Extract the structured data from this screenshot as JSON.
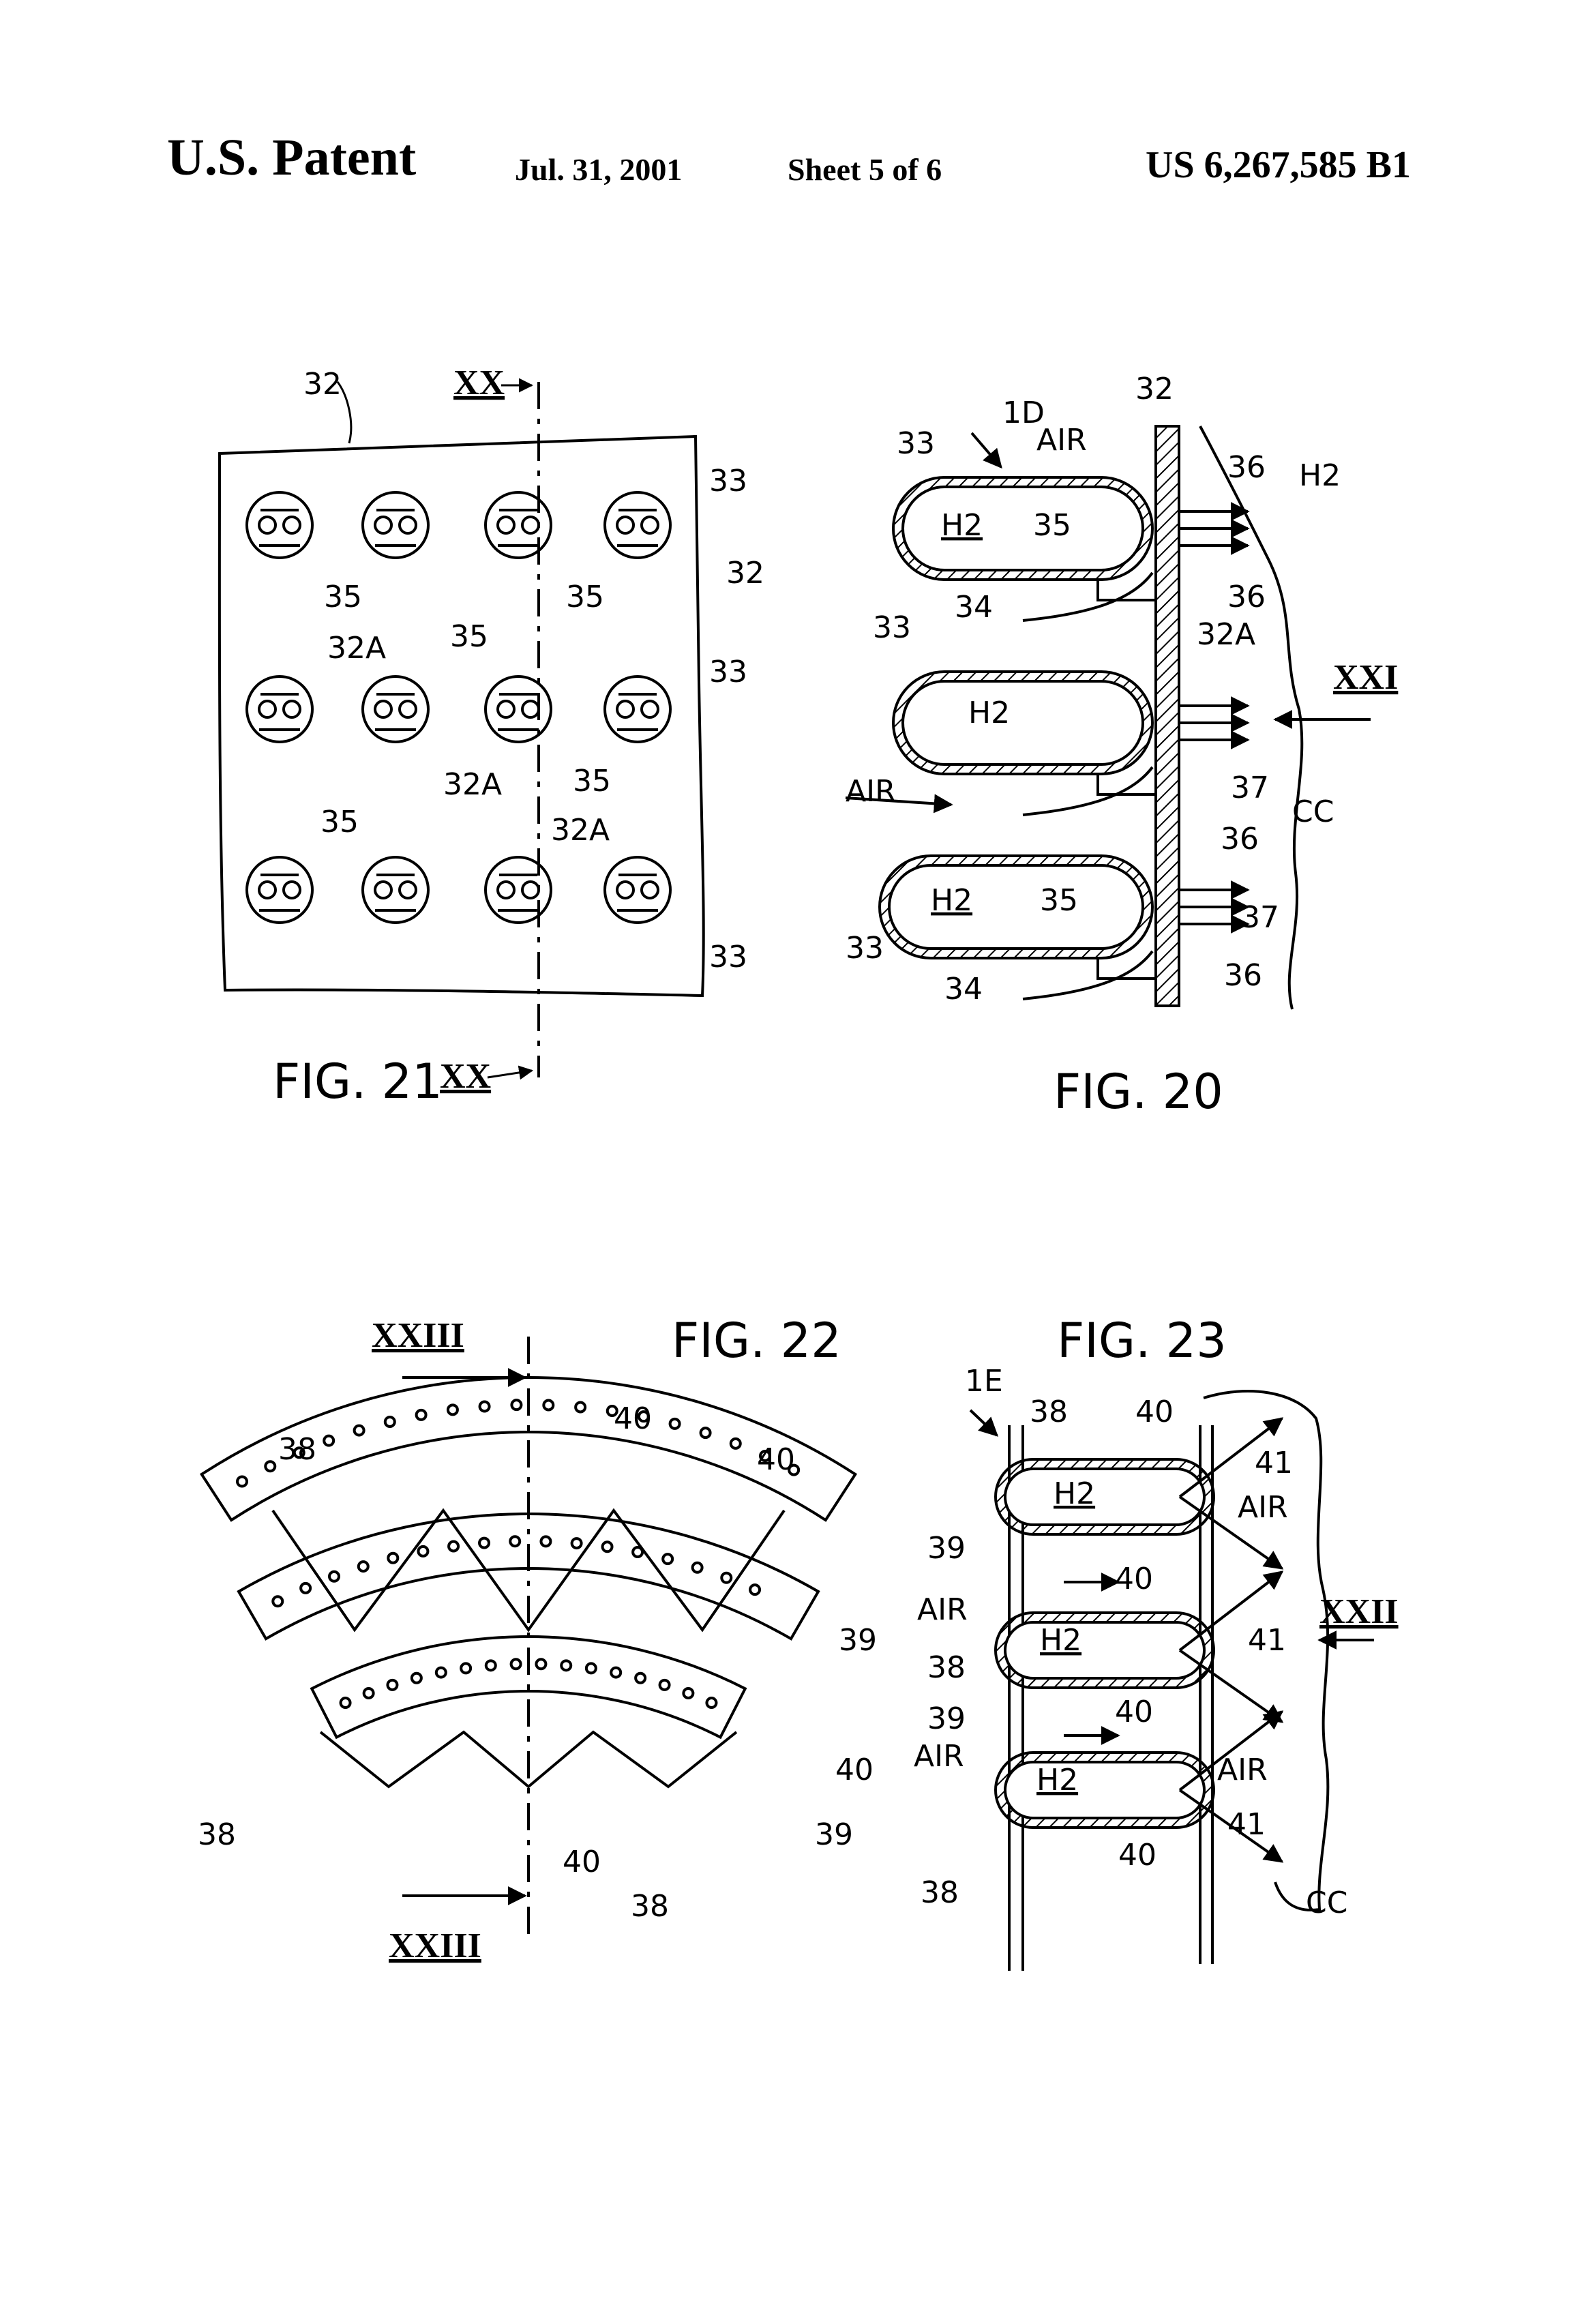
{
  "header": {
    "label": "U.S. Patent",
    "date": "Jul. 31, 2001",
    "sheet": "Sheet 5 of 6",
    "number": "US 6,267,585 B1"
  },
  "fig21": {
    "caption": "FIG. 21",
    "section_mark": "XX",
    "labels": {
      "plate": "32",
      "tube_a": "33",
      "tube_b": "33",
      "tube_c": "33",
      "plate_b": "32",
      "hole_a": "35",
      "hole_b": "35",
      "hole_c": "35",
      "hole_d": "35",
      "hole_e": "35",
      "recess_a": "32A",
      "recess_b": "32A",
      "recess_c": "32A"
    }
  },
  "fig20": {
    "caption": "FIG. 20",
    "section_mark": "XXI",
    "labels": {
      "plate": "32",
      "injector": "1D",
      "air_top": "AIR",
      "air_mid": "AIR",
      "tube_top": "33",
      "tube_mid": "33",
      "tube_bot": "33",
      "h2_top": "H2",
      "h2_mid": "H2",
      "h2_bot": "H2",
      "h2_out": "H2",
      "hole_top": "35",
      "hole_bot": "35",
      "stem_top": "34",
      "stem_bot": "34",
      "jet_a": "36",
      "jet_b": "36",
      "jet_c": "36",
      "jet_d": "36",
      "recess": "32A",
      "jet_e": "37",
      "jet_f": "37",
      "chamber": "CC"
    }
  },
  "fig22": {
    "caption": "FIG. 22",
    "section_mark_top": "XXIII",
    "section_mark_bottom": "XXIII",
    "labels": {
      "ring_top": "38",
      "ring_left": "38",
      "ring_bottom": "38",
      "hole_a": "40",
      "hole_b": "40",
      "hole_c": "40",
      "hole_d": "40",
      "strut_a": "39",
      "strut_b": "39"
    }
  },
  "fig23": {
    "caption": "FIG. 23",
    "section_mark": "XXII",
    "labels": {
      "injector": "1E",
      "ring_top": "38",
      "ring_mid": "38",
      "ring_bot": "38",
      "hole_top": "40",
      "hole_mid": "40",
      "hole_low": "40",
      "hole_bot": "40",
      "strut_a": "39",
      "strut_b": "39",
      "h2_top": "H2",
      "h2_mid": "H2",
      "h2_bot": "H2",
      "air_a": "AIR",
      "air_b": "AIR",
      "air_c": "AIR",
      "air_d": "AIR",
      "jet_a": "41",
      "jet_b": "41",
      "jet_c": "41",
      "chamber": "CC"
    }
  }
}
